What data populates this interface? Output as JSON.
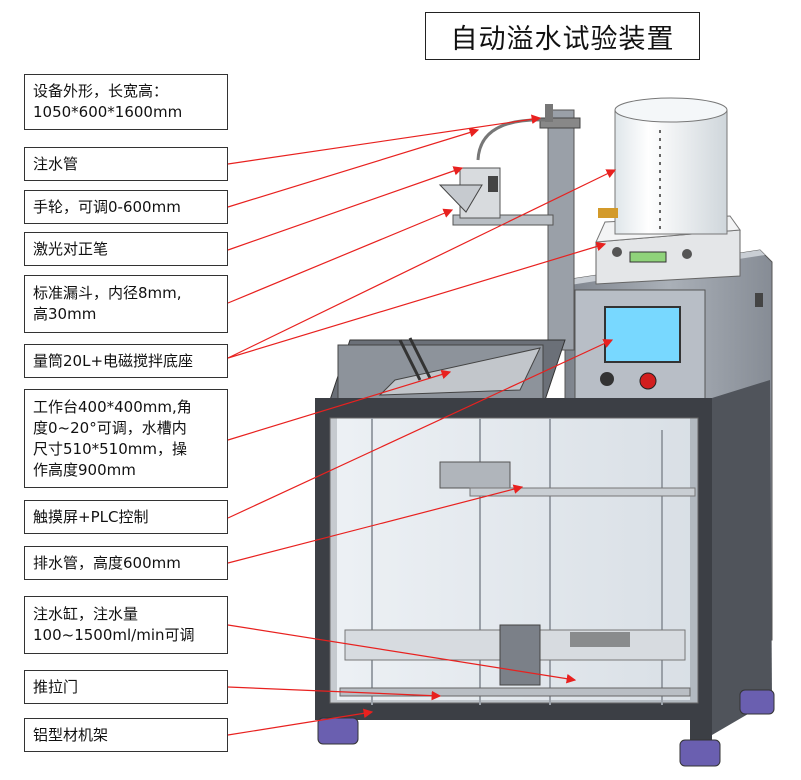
{
  "title": "自动溢水试验装置",
  "labels": [
    "设备外形，长宽高：\n1050*600*1600mm",
    "注水管",
    "手轮，可调0-600mm",
    "激光对正笔",
    "标准漏斗，内径8mm,\n高30mm",
    "量筒20L+电磁搅拌底座",
    "工作台400*400mm,角\n度0~20°可调，水槽内\n尺寸510*510mm，操\n作高度900mm",
    "触摸屏+PLC控制",
    "排水管，高度600mm",
    "注水缸，注水量\n100~1500ml/min可调",
    "推拉门",
    "铝型材机架"
  ],
  "colors": {
    "leader": "#e8211f",
    "frame": "#3c3f45",
    "cabinet": "#9aa0a8",
    "glass": "#dde3ea",
    "screen": "#78d8ff",
    "caster": "#6a5fb0"
  }
}
